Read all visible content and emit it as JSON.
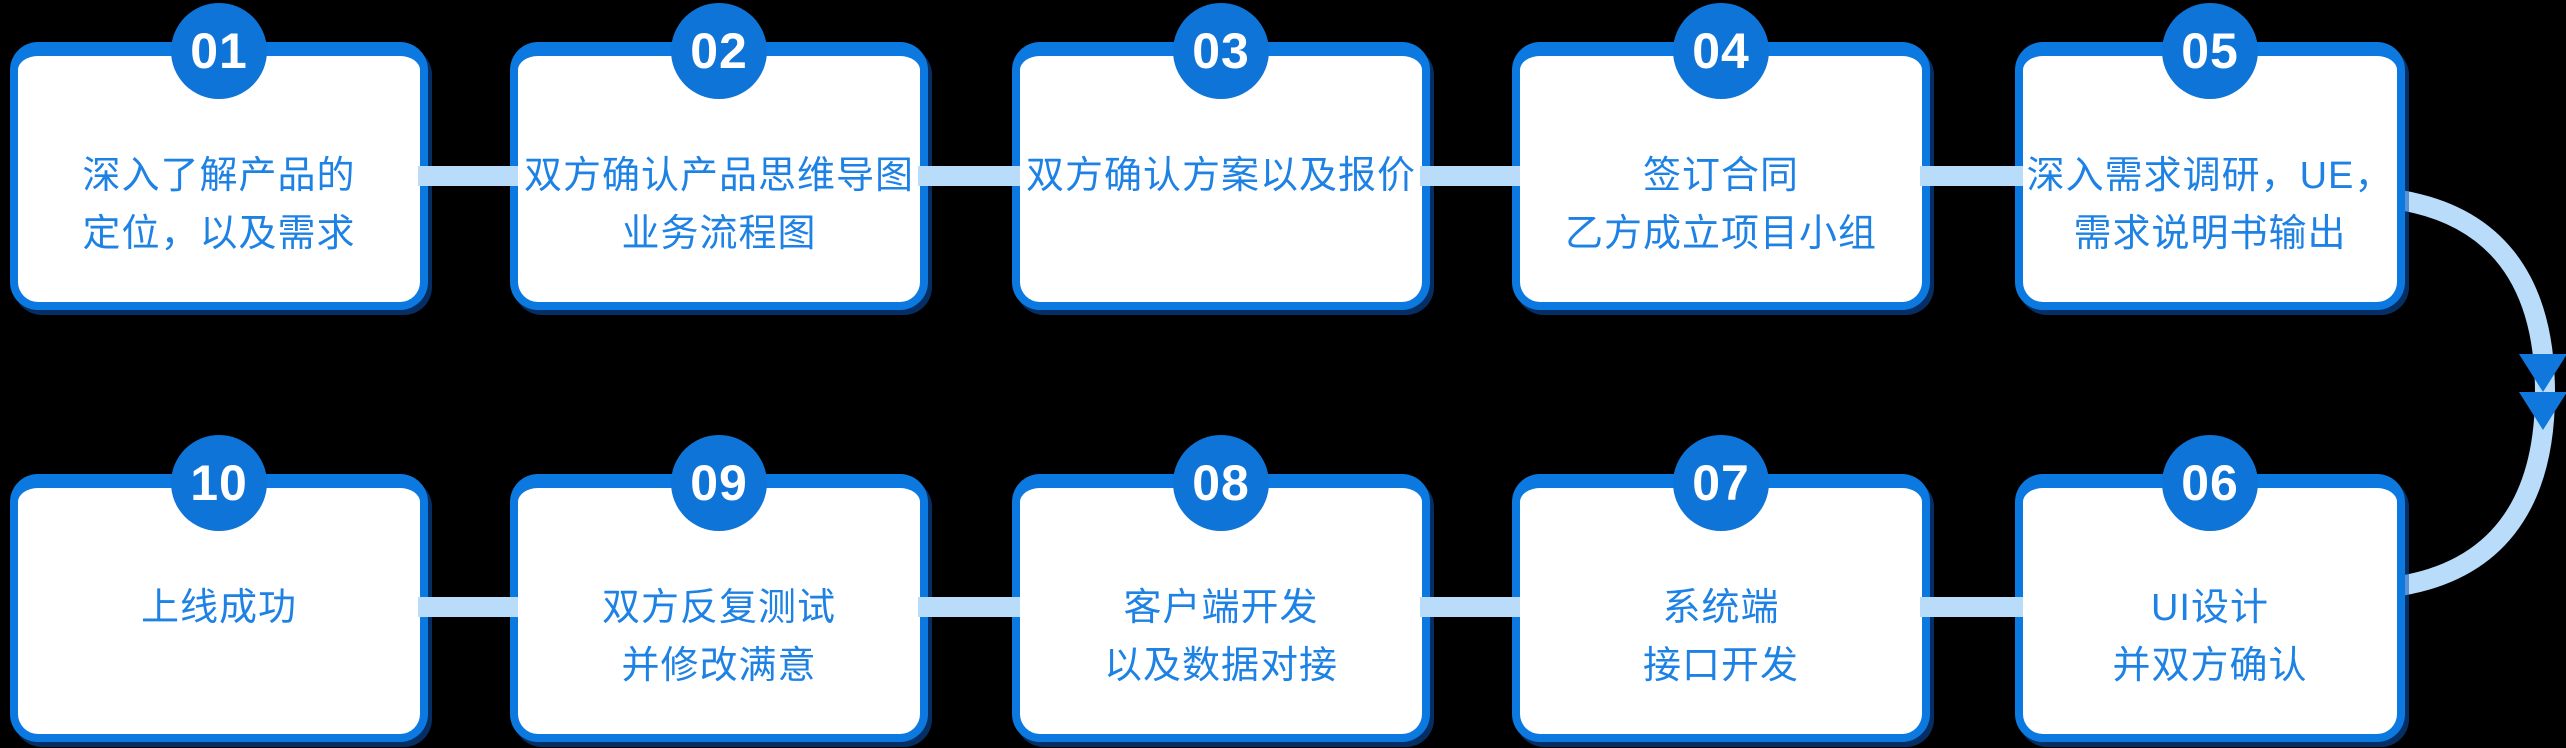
{
  "diagram": {
    "type": "process-flow",
    "direction": "top row left-to-right (01..05), loop arrow down, bottom row right-to-left (06..10)",
    "colors": {
      "background": "#000000",
      "card_background": "#ffffff",
      "card_border": "#0c79e0",
      "card_shadow": "#0956b7",
      "badge_fill": "#0f74d8",
      "badge_text": "#ffffff",
      "step_text": "#1e82e5",
      "connector": "#b9dcfb",
      "arrowhead": "#1077dc"
    }
  },
  "steps": [
    {
      "number": "01",
      "text": "深入了解产品的\n定位，以及需求"
    },
    {
      "number": "02",
      "text": "双方确认产品思维导图\n业务流程图"
    },
    {
      "number": "03",
      "text": "双方确认方案以及报价"
    },
    {
      "number": "04",
      "text": "签订合同\n乙方成立项目小组"
    },
    {
      "number": "05",
      "text": "深入需求调研，UE，\n需求说明书输出"
    },
    {
      "number": "06",
      "text": "UI设计\n并双方确认"
    },
    {
      "number": "07",
      "text": "系统端\n接口开发"
    },
    {
      "number": "08",
      "text": "客户端开发\n以及数据对接"
    },
    {
      "number": "09",
      "text": "双方反复测试\n并修改满意"
    },
    {
      "number": "10",
      "text": "上线成功"
    }
  ],
  "loop_arrow": {
    "description": "light blue arc from step 05 right edge to step 06 right edge with double down arrowheads"
  }
}
